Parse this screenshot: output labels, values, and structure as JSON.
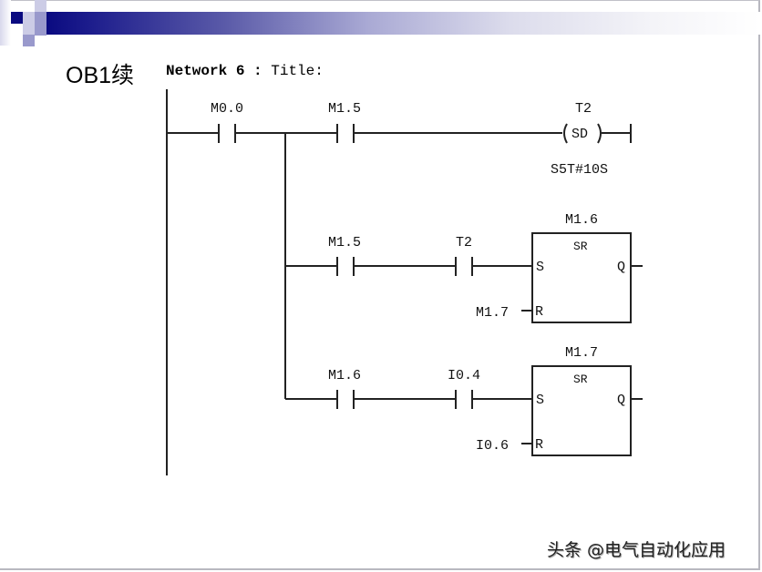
{
  "slide": {
    "heading": "OB1续",
    "network_label": "Network 6",
    "network_sep": ":",
    "network_title": "Title:",
    "watermark": "头条 @电气自动化应用",
    "colors": {
      "banner_dark": "#0a0a80",
      "banner_light": "#ffffff",
      "logo_dark": "#0a0a80",
      "logo_mid": "#9999cc",
      "logo_light": "#ccccE6"
    }
  },
  "ladder": {
    "rung1": {
      "contact1": "M0.0",
      "contact2": "M1.5",
      "coil_operand": "T2",
      "coil_type": "SD",
      "coil_param": "S5T#10S"
    },
    "rung2": {
      "contact1": "M1.5",
      "contact2": "T2",
      "block_operand": "M1.6",
      "block_type": "SR",
      "pin_s": "S",
      "pin_r": "R",
      "pin_q": "Q",
      "reset_operand": "M1.7"
    },
    "rung3": {
      "contact1": "M1.6",
      "contact2": "I0.4",
      "block_operand": "M1.7",
      "block_type": "SR",
      "pin_s": "S",
      "pin_r": "R",
      "pin_q": "Q",
      "reset_operand": "I0.6"
    }
  }
}
